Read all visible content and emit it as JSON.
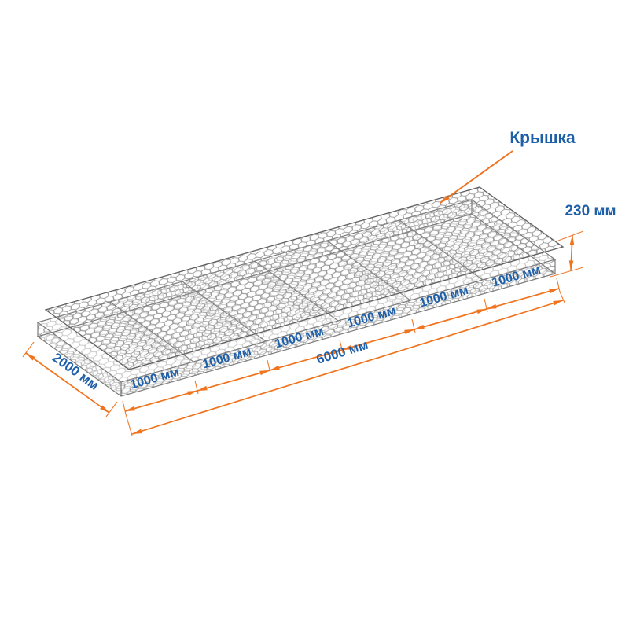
{
  "colors": {
    "dimension_orange": "#F0731E",
    "label_blue": "#1E5FA9",
    "mesh_gray": "#8F8F8F",
    "edge_gray": "#6F6F6F",
    "background": "#FFFFFF"
  },
  "diagram": {
    "lid": {
      "label": "Крышка"
    },
    "dimensions": {
      "height_label": "230 мм",
      "width_label": "2000 мм",
      "total_length_label": "6000 мм",
      "cell_count": 6,
      "cell_labels": [
        "1000 мм",
        "1000 мм",
        "1000 мм",
        "1000 мм",
        "1000 мм",
        "1000 мм"
      ]
    }
  }
}
